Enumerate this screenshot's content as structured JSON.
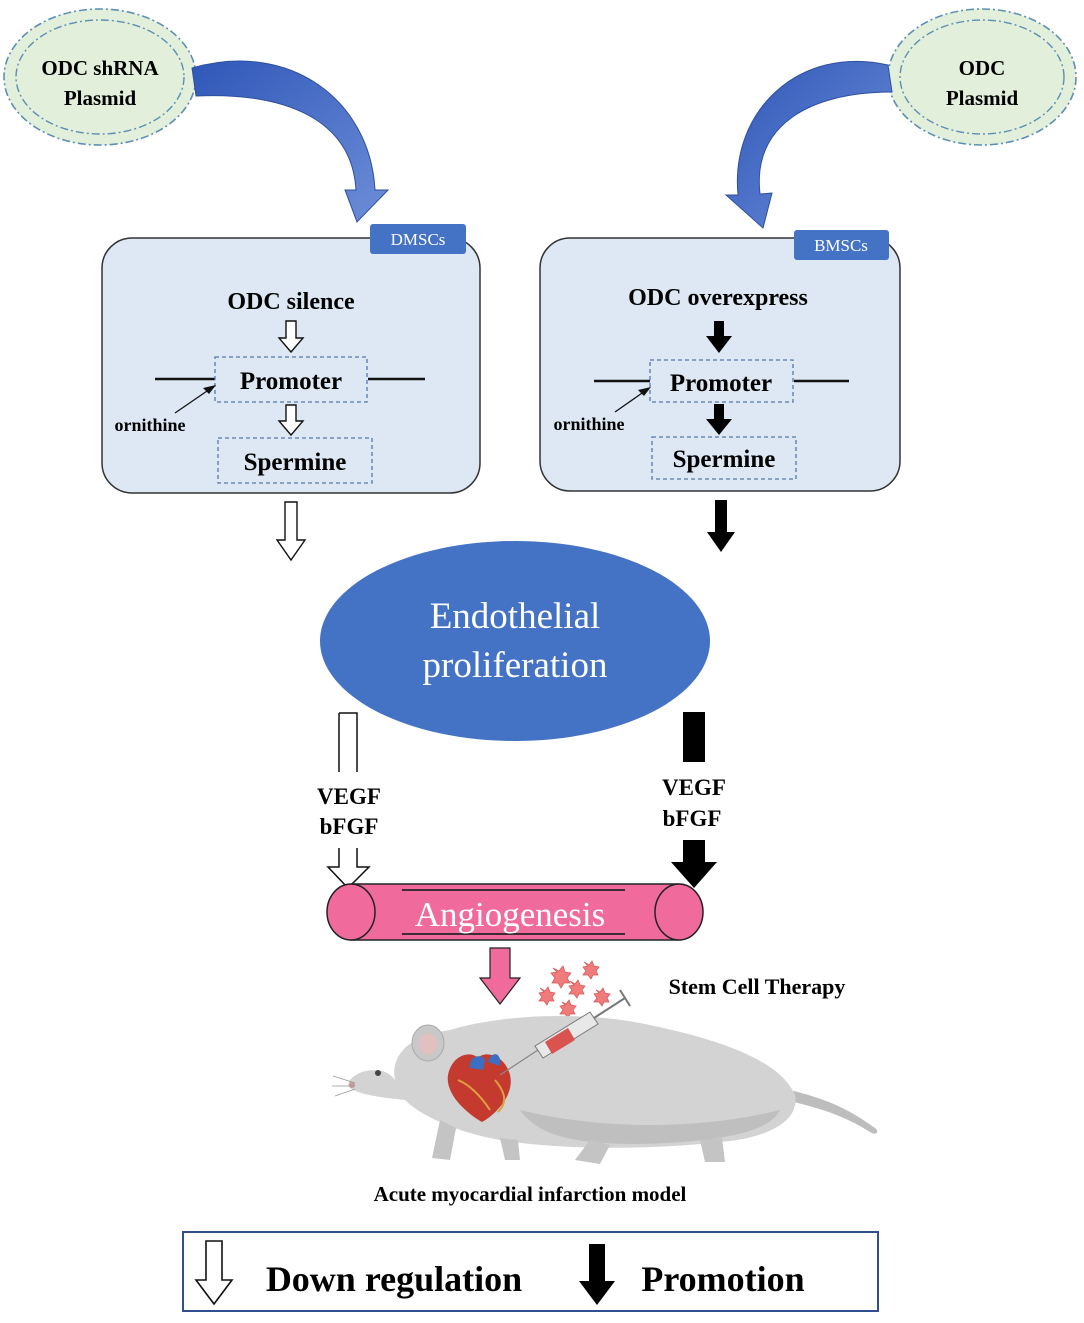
{
  "plasmids": {
    "left": {
      "line1": "ODC shRNA",
      "line2": "Plasmid"
    },
    "right": {
      "line1": "ODC",
      "line2": "Plasmid"
    }
  },
  "cells": {
    "left": {
      "tag": "DMSCs",
      "title": "ODC silence",
      "promoter": "Promoter",
      "substrate": "ornithine",
      "product": "Spermine"
    },
    "right": {
      "tag": "BMSCs",
      "title": "ODC overexpress",
      "promoter": "Promoter",
      "substrate": "ornithine",
      "product": "Spermine"
    }
  },
  "endothelial": {
    "line1": "Endothelial",
    "line2": "proliferation"
  },
  "growth_factors": {
    "left": {
      "line1": "VEGF",
      "line2": "bFGF"
    },
    "right": {
      "line1": "VEGF",
      "line2": "bFGF"
    }
  },
  "angiogenesis": "Angiogenesis",
  "therapy": "Stem Cell Therapy",
  "model": "Acute myocardial infarction model",
  "legend": {
    "down": "Down regulation",
    "up": "Promotion"
  },
  "colors": {
    "cell_fill": "#dde8f4",
    "tag_blue": "#4472c4",
    "ellipse_blue": "#4472c4",
    "plasmid_fill": "#e2efda",
    "vessel_pink": "#f06b9b",
    "curve_blue": "#4a6fc4"
  }
}
